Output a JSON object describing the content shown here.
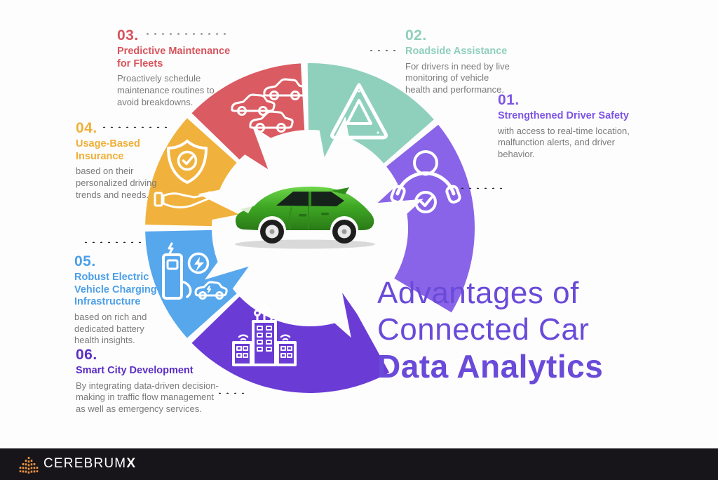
{
  "title": {
    "line1": "Advantages of",
    "line2": "Connected Car",
    "line3": "Data Analytics"
  },
  "sections": [
    {
      "num": "01.",
      "heading": "Strengthened Driver Safety",
      "body": "with access to real-time location, malfunction alerts, and driver behavior.",
      "color": "#7d55e6"
    },
    {
      "num": "02.",
      "heading": "Roadside Assistance",
      "body": "For  drivers in need by live monitoring of vehicle health and performance.",
      "color": "#8fcfbc"
    },
    {
      "num": "03.",
      "heading": "Predictive Maintenance for Fleets",
      "body": "Proactively schedule maintenance routines to avoid breakdowns.",
      "color": "#d8545c"
    },
    {
      "num": "04.",
      "heading": "Usage-Based Insurance",
      "body": "based on their personalized driving trends and needs.",
      "color": "#efaf38"
    },
    {
      "num": "05.",
      "heading": "Robust Electric Vehicle Charging Infrastructure",
      "body": "based on rich and dedicated battery health insights.",
      "color": "#4c9fe8"
    },
    {
      "num": "06.",
      "heading": "Smart City Development",
      "body": "By integrating data-driven decision-making in traffic flow management as well as emergency services.",
      "color": "#5a2ec4"
    }
  ],
  "ring": {
    "segments": [
      {
        "label": "02",
        "icon": "warning-triangle-icon",
        "color": "#8fd0bd",
        "a1": -2,
        "a2": 50
      },
      {
        "label": "01",
        "icon": "driver-safety-icon",
        "color": "#8a64e8",
        "a1": 50,
        "a2": 122
      },
      {
        "label": "06",
        "icon": "smart-city-icon",
        "color": "#6b3bd6",
        "a1": 150,
        "a2": 227,
        "wf": 0.07
      },
      {
        "label": "05",
        "icon": "ev-charging-icon",
        "color": "#57a7ed",
        "a1": 227,
        "a2": 270
      },
      {
        "label": "04",
        "icon": "insurance-icon",
        "color": "#f0b23c",
        "a1": 270,
        "a2": 313
      },
      {
        "label": "03",
        "icon": "fleet-cars-icon",
        "color": "#da5b62",
        "a1": 313,
        "a2": 358
      }
    ]
  },
  "center_car": {
    "color": "#3fa824",
    "description": "green hatchback side view"
  },
  "footer": {
    "brand": "CEREBRUM",
    "brand_bold": "X",
    "logo_color": "#e8913f"
  },
  "colors": {
    "title": "#6a4ad9",
    "body_text": "#7b7b7b",
    "footer_bg": "#18151a"
  }
}
